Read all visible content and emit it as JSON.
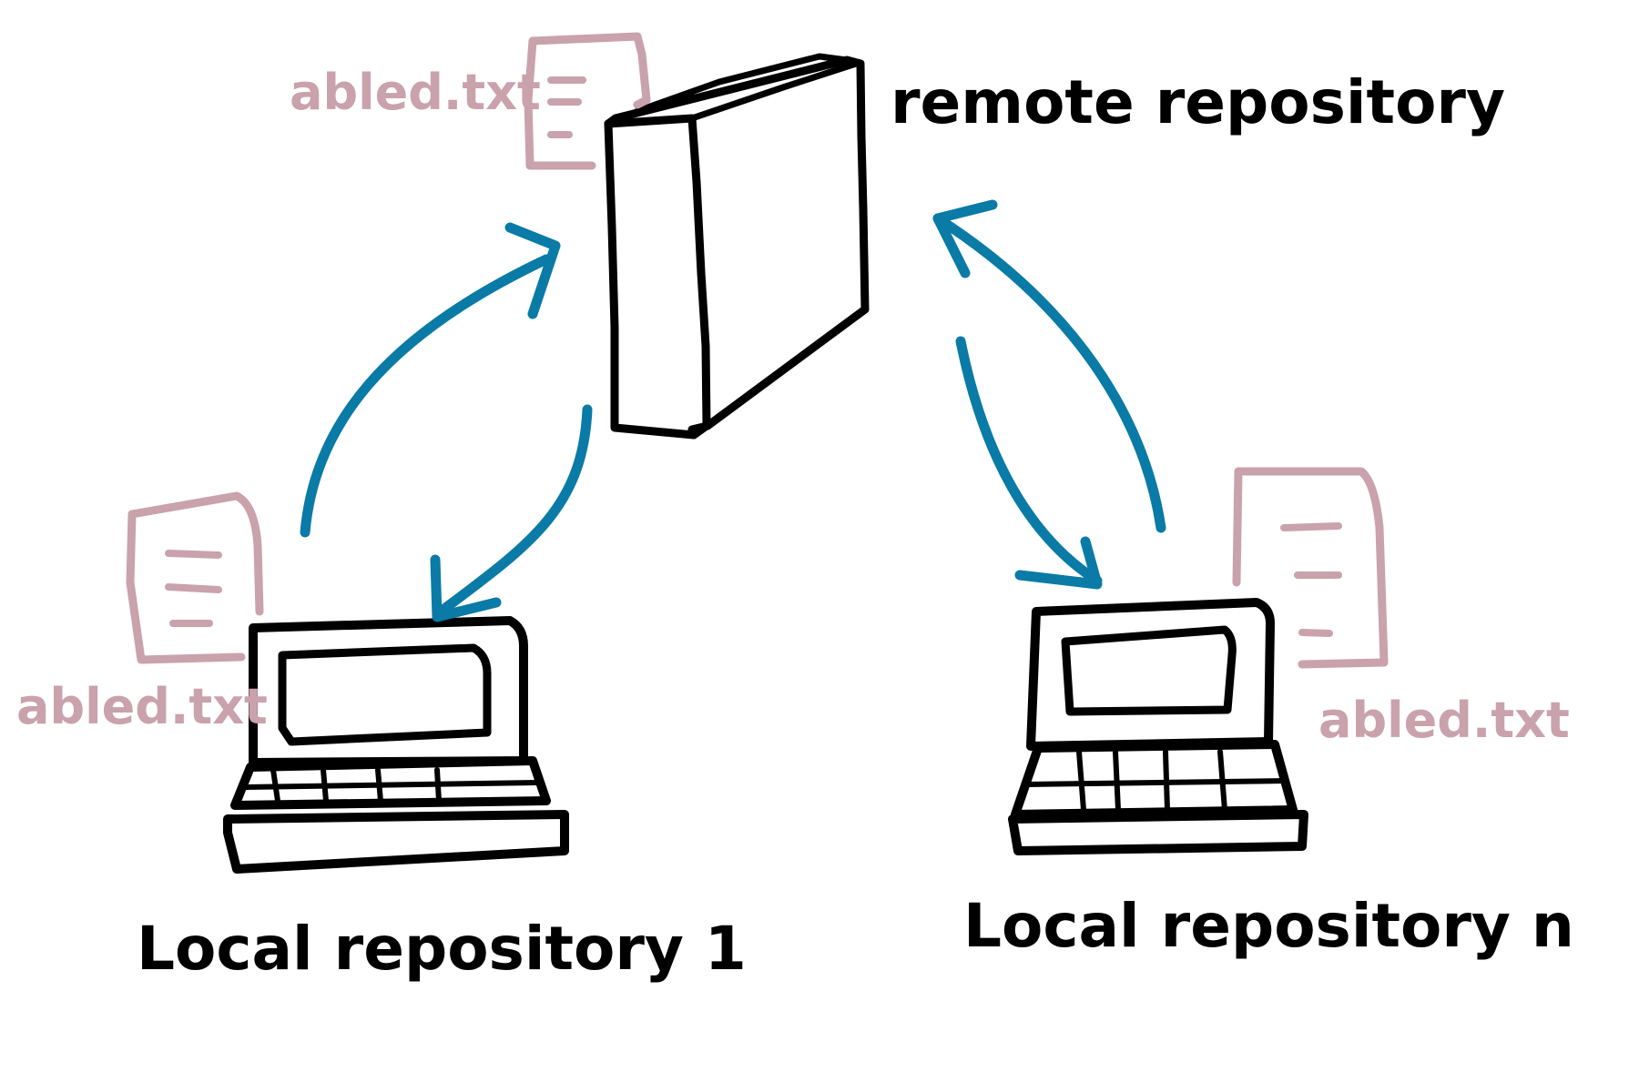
{
  "diagram": {
    "labels": {
      "remote": "remote repository",
      "local_1": "Local repository 1",
      "local_n": "Local repository n"
    },
    "file_name": "abled.txt",
    "colors": {
      "ink": "#000000",
      "file": "#c9a2ac",
      "arrow": "#0a7aa6",
      "background": "#ffffff"
    },
    "icons": [
      "server-icon",
      "laptop-icon",
      "document-icon",
      "bidirectional-arrow-icon"
    ]
  }
}
